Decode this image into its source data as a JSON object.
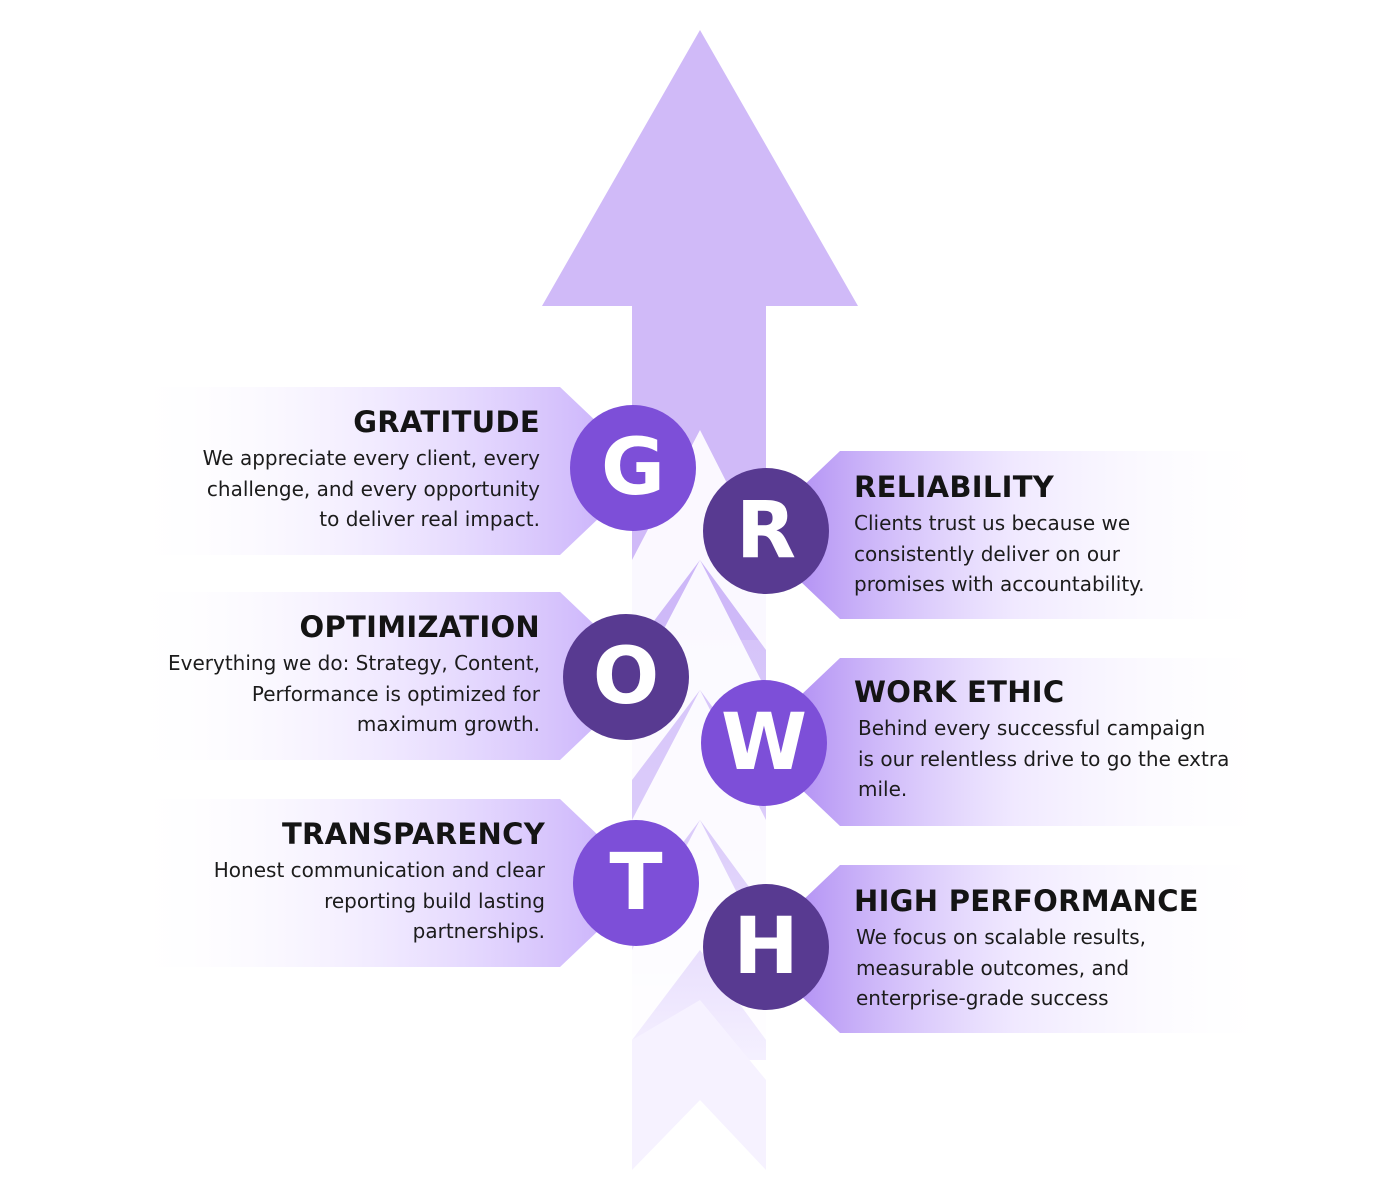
{
  "colors": {
    "arrow": "#d0baf8",
    "circle_light": "#7d4fd8",
    "circle_dark": "#583a91",
    "ribbon": "#dcc8fb",
    "text": "#141414"
  },
  "values": [
    {
      "letter": "G",
      "title": "GRATITUDE",
      "lines": [
        "We appreciate every client, every",
        "challenge, and every opportunity",
        "to deliver real impact."
      ]
    },
    {
      "letter": "R",
      "title": "RELIABILITY",
      "lines": [
        "Clients trust us because we",
        "consistently deliver on our",
        "promises with accountability."
      ]
    },
    {
      "letter": "O",
      "title": "OPTIMIZATION",
      "lines": [
        "Everything we do: Strategy, Content,",
        "Performance is optimized for",
        "maximum growth."
      ]
    },
    {
      "letter": "W",
      "title": "WORK ETHIC",
      "lines": [
        "Behind every successful campaign",
        "is our relentless drive to go the extra",
        "mile."
      ]
    },
    {
      "letter": "T",
      "title": "TRANSPARENCY",
      "lines": [
        "Honest communication and clear",
        "reporting build lasting",
        "partnerships."
      ]
    },
    {
      "letter": "H",
      "title": "HIGH PERFORMANCE",
      "lines": [
        "We focus on scalable results,",
        "measurable outcomes, and",
        "enterprise-grade success"
      ]
    }
  ]
}
